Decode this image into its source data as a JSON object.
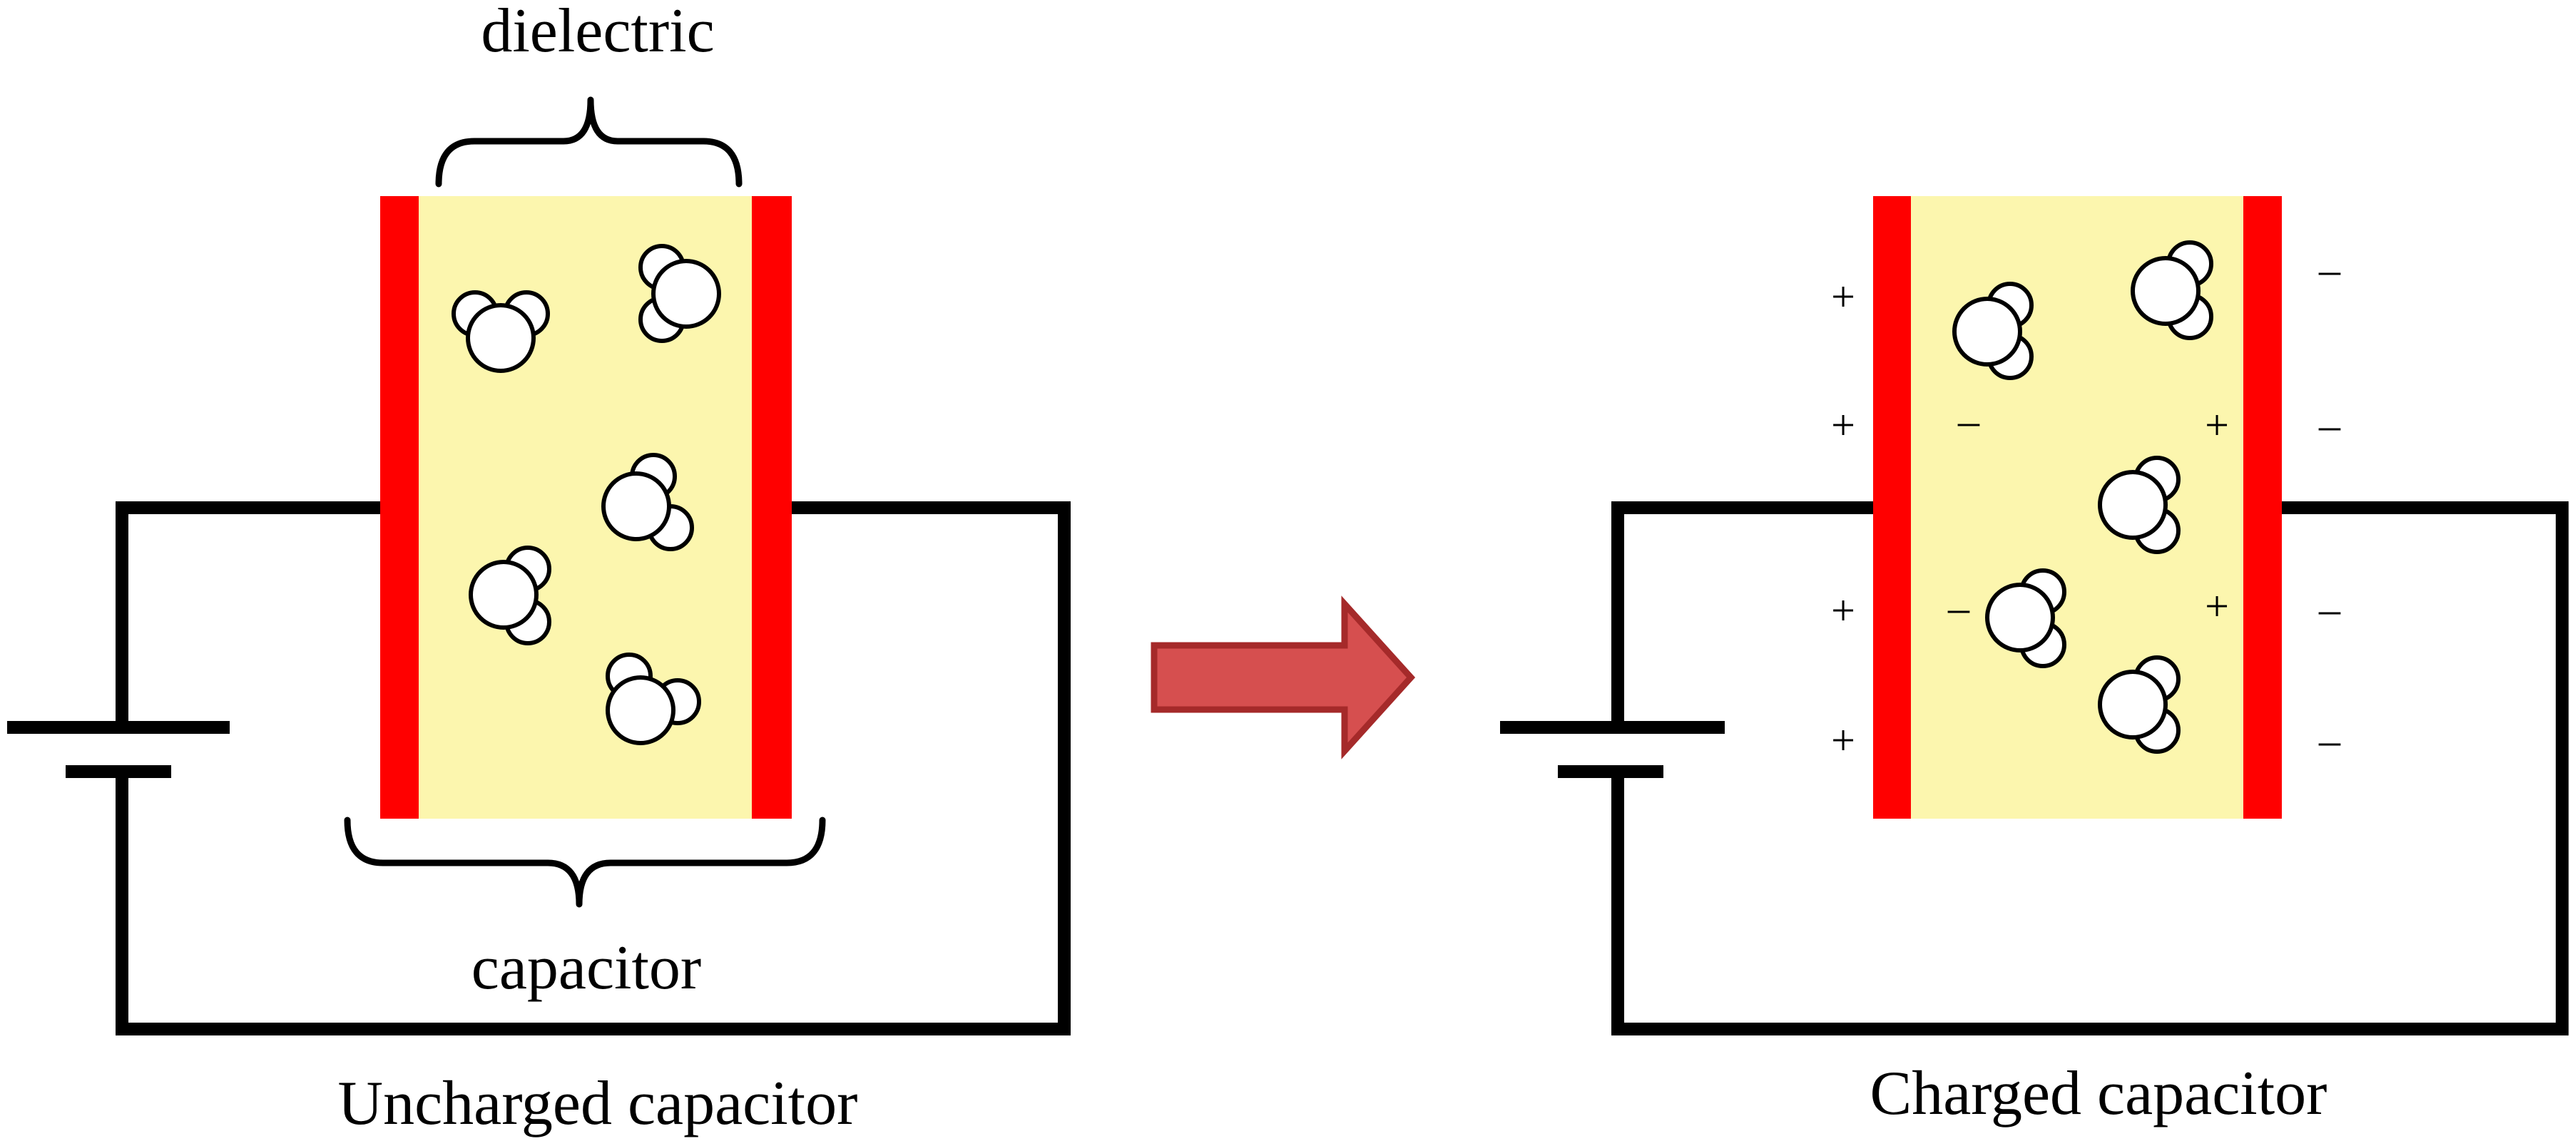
{
  "labels": {
    "dielectric": "dielectric",
    "capacitor": "capacitor",
    "uncharged_caption": "Uncharged capacitor",
    "charged_caption": "Charged capacitor"
  },
  "charges": {
    "positive_symbol": "+",
    "negative_symbol": "–"
  },
  "colors": {
    "plate": "#ff0000",
    "dielectric": "#fcf6ae",
    "arrow_fill": "#d64f4f",
    "arrow_stroke": "#a52a2a",
    "wire": "#000000"
  }
}
